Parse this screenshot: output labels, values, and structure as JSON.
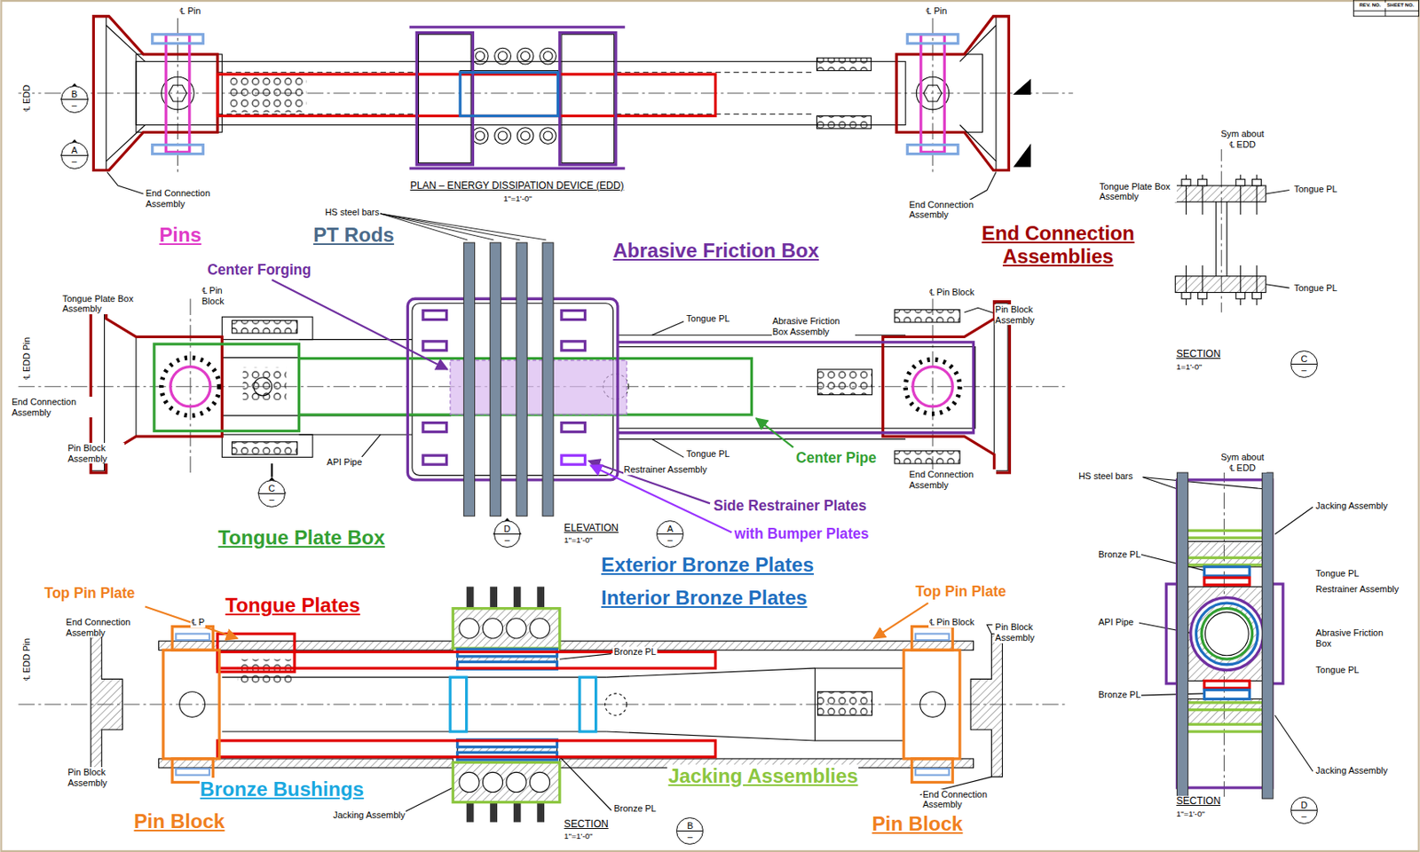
{
  "diagram": {
    "nodes": [
      {
        "text": [
          "B",
          "–"
        ]
      },
      {
        "text": [
          "A",
          "–"
        ]
      },
      {
        "text": [
          "C",
          "–"
        ]
      },
      {
        "text": [
          "D",
          "–"
        ]
      },
      {
        "text": [
          "A",
          "–"
        ]
      },
      {
        "text": [
          "B",
          "–"
        ]
      },
      {
        "text": [
          "C",
          "–"
        ]
      },
      {
        "text": [
          "D",
          "–"
        ]
      }
    ],
    "labels": [
      "REV. NO.",
      "SHEET NO.",
      "℄ Pin",
      "℄ Pin",
      "℄ EDD",
      "PLAN – ENERGY DISSIPATION DEVICE (EDD)",
      "1\"=1'-0\"",
      "End Connection Assembly",
      "End Connection Assembly",
      "Sym about ℄ EDD",
      "Tongue Plate Box Assembly",
      "Tongue PL",
      "Tongue PL",
      "Pins",
      "PT Rods",
      "Abrasive Friction Box",
      "End Connection Assemblies",
      "HS steel bars",
      "Center Forging",
      "Tongue Plate Box Assembly",
      "℄ Pin Block",
      "Tongue PL",
      "Abrasive Friction Box Assembly",
      "℄ Pin Block",
      "Pin Block Assembly",
      "℄ EDD Pin",
      "End Connection Assembly",
      "Pin Block Assembly",
      "API Pipe",
      "Tongue PL",
      "Restrainer Assembly",
      "Center Pipe",
      "End Connection Assembly",
      "Side Restrainer Plates",
      "with Bumper Plates",
      "ELEVATION",
      "1\"=1'-0\"",
      "Tongue Plate Box",
      "Exterior Bronze Plates",
      "Interior Bronze Plates",
      "Top Pin Plate",
      "Top Pin Plate",
      "Tongue Plates",
      "End Connection Assembly",
      "℄ P",
      "℄ Pin Block",
      "Pin Block Assembly",
      "Bronze PL",
      "℄ EDD Pin",
      "Pin Block Assembly",
      "Jacking Assembly",
      "Bronze PL",
      "Bronze Bushings",
      "Jacking Assemblies",
      "End Connection Assembly",
      "Pin Block",
      "Pin Block",
      "SECTION",
      "1\"=1'-0\"",
      "SECTION",
      "1=1'-0\"",
      "Sym about ℄ EDD",
      "HS steel bars",
      "Jacking Assembly",
      "Bronze PL",
      "Tongue PL",
      "Restrainer Assembly",
      "API Pipe",
      "Abrasive Friction Box",
      "Bronze PL",
      "Tongue PL",
      "Jacking Assembly",
      "SECTION",
      "1\"=1'-0\""
    ]
  }
}
